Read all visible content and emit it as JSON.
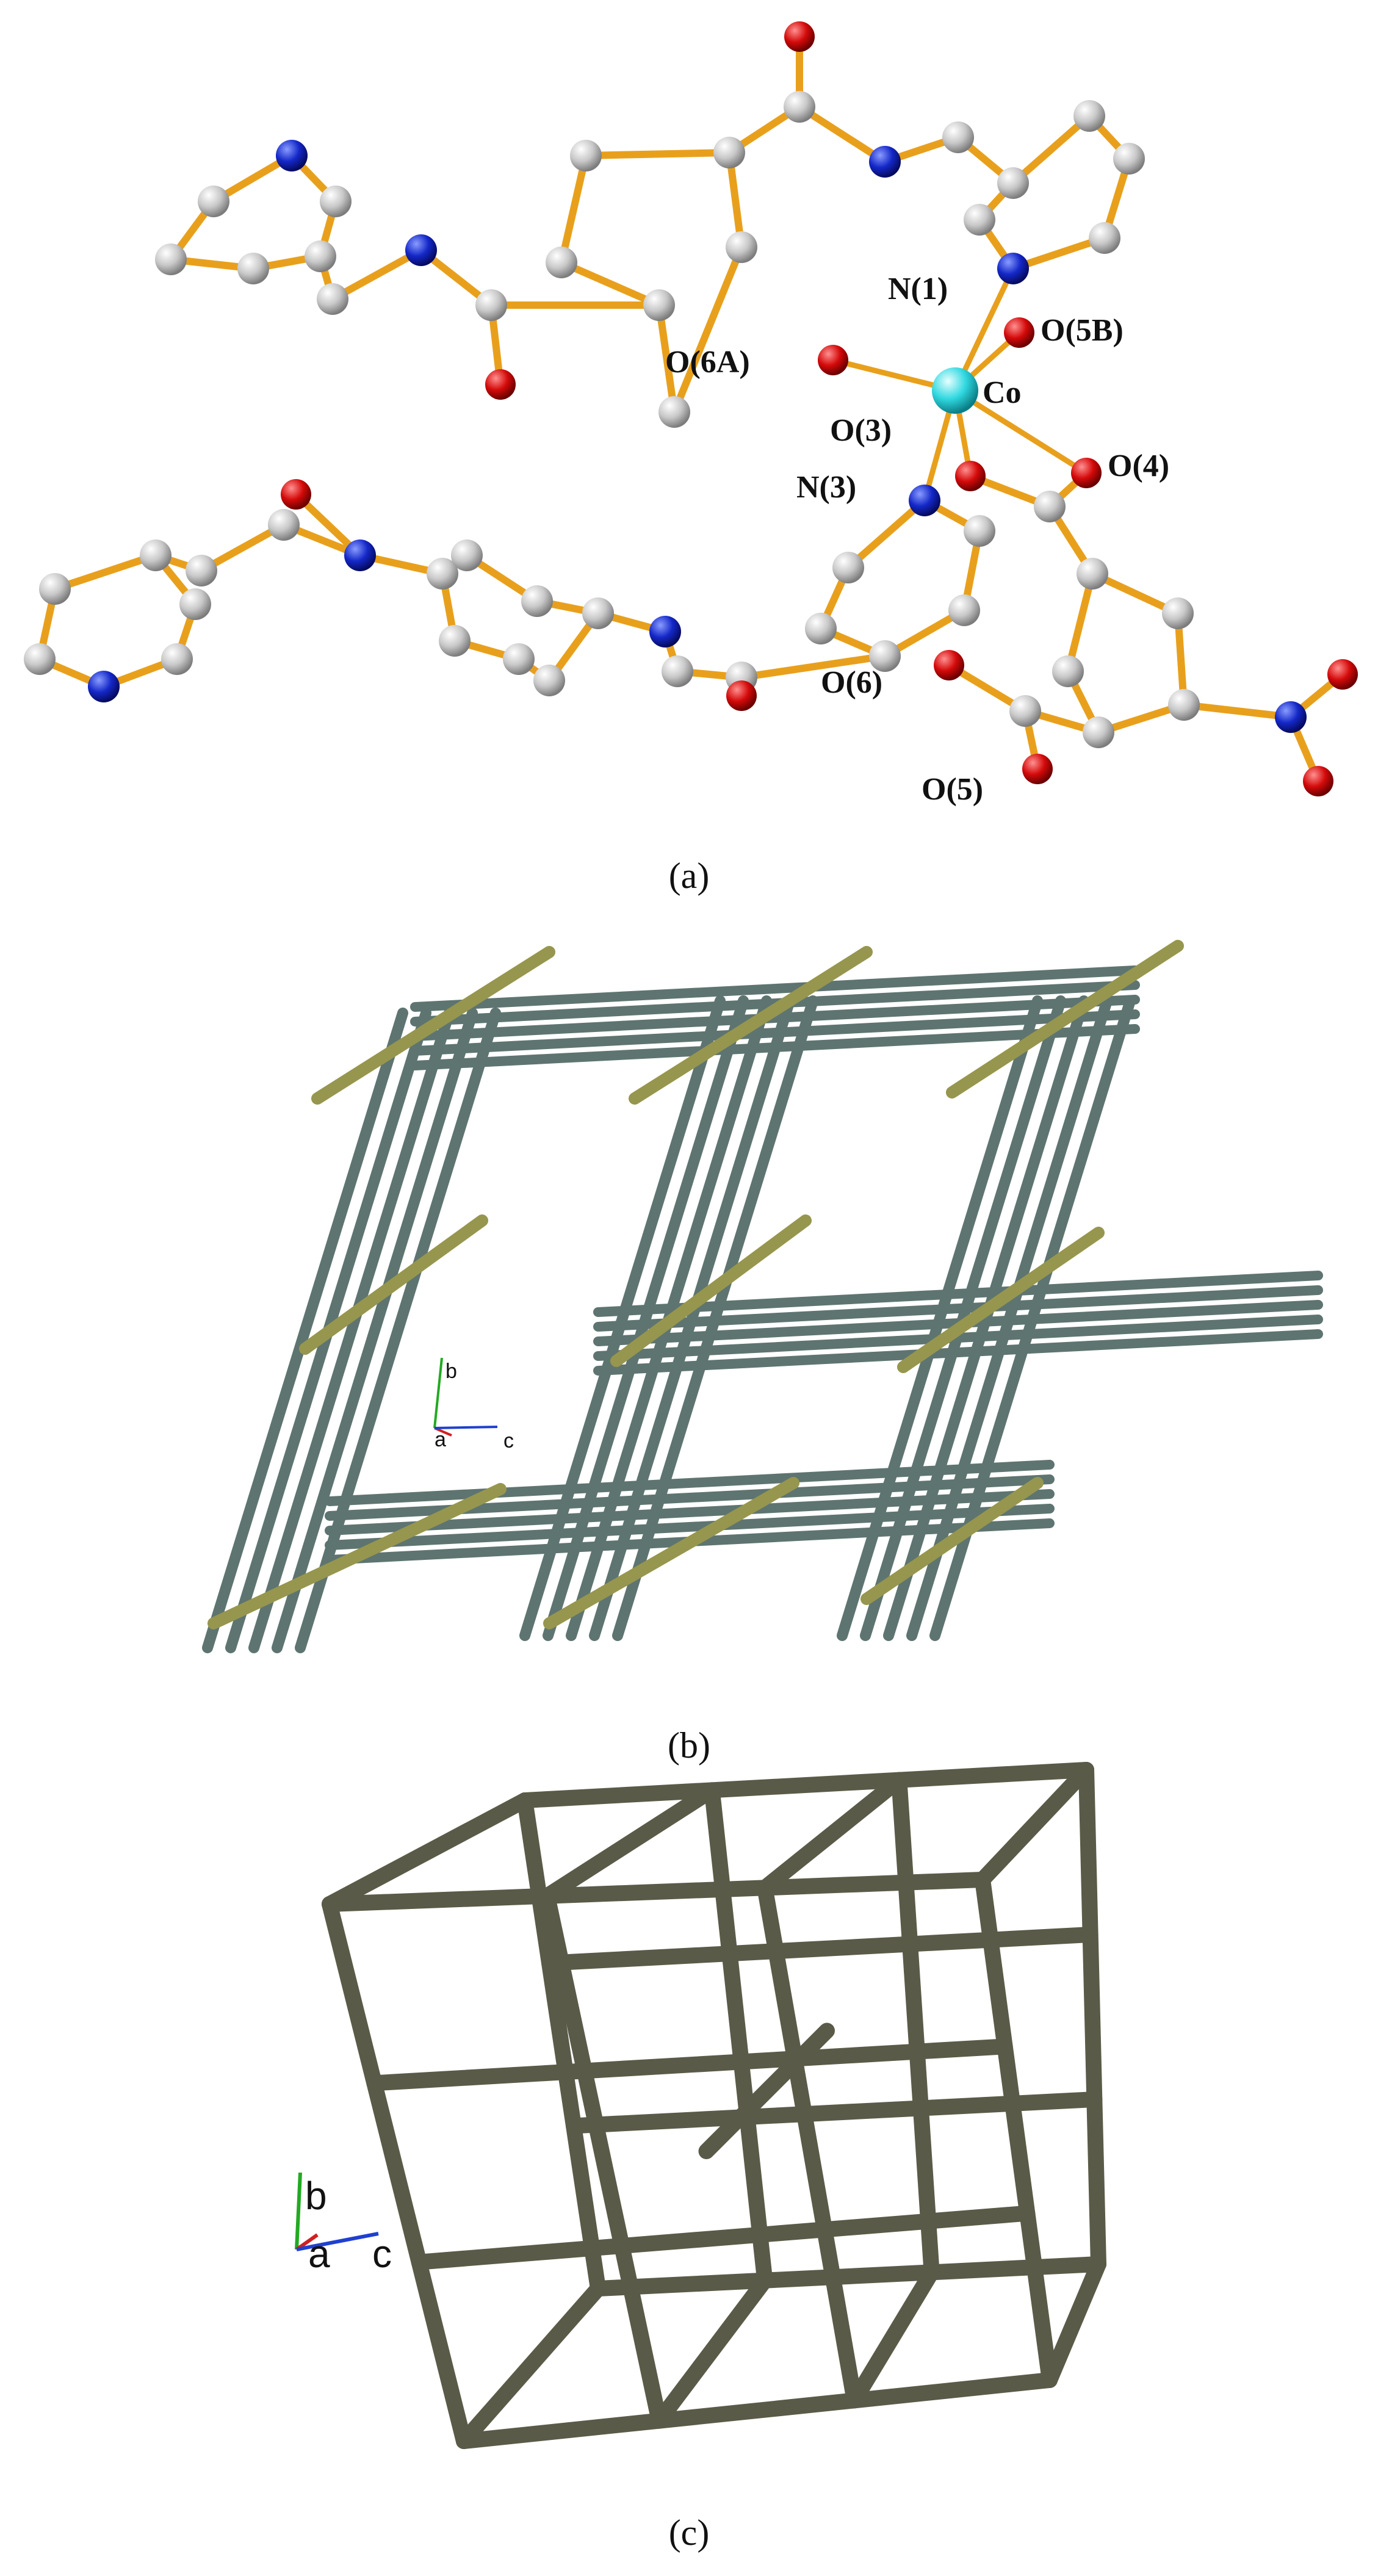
{
  "panels": [
    {
      "caption": "(a)",
      "atom_labels": [
        "N(1)",
        "O(5B)",
        "O(6A)",
        "Co",
        "O(3)",
        "O(4)",
        "N(3)",
        "O(6)",
        "O(5)"
      ]
    },
    {
      "caption": "(b)",
      "axis_labels": [
        "b",
        "a",
        "c"
      ]
    },
    {
      "caption": "(c)",
      "axis_labels": [
        "b",
        "a",
        "c"
      ]
    }
  ],
  "colors": {
    "bond": "#e8a01c",
    "carbon": "#c8c8c8",
    "nitrogen": "#1428c8",
    "oxygen": "#d40a0a",
    "cobalt": "#30d8e0",
    "framework_b": "#5e7470",
    "node_b": "#96964e",
    "framework_c": "#5a5a48",
    "axis_b": "#22aa22",
    "axis_a": "#d02020",
    "axis_c": "#2040d0"
  }
}
